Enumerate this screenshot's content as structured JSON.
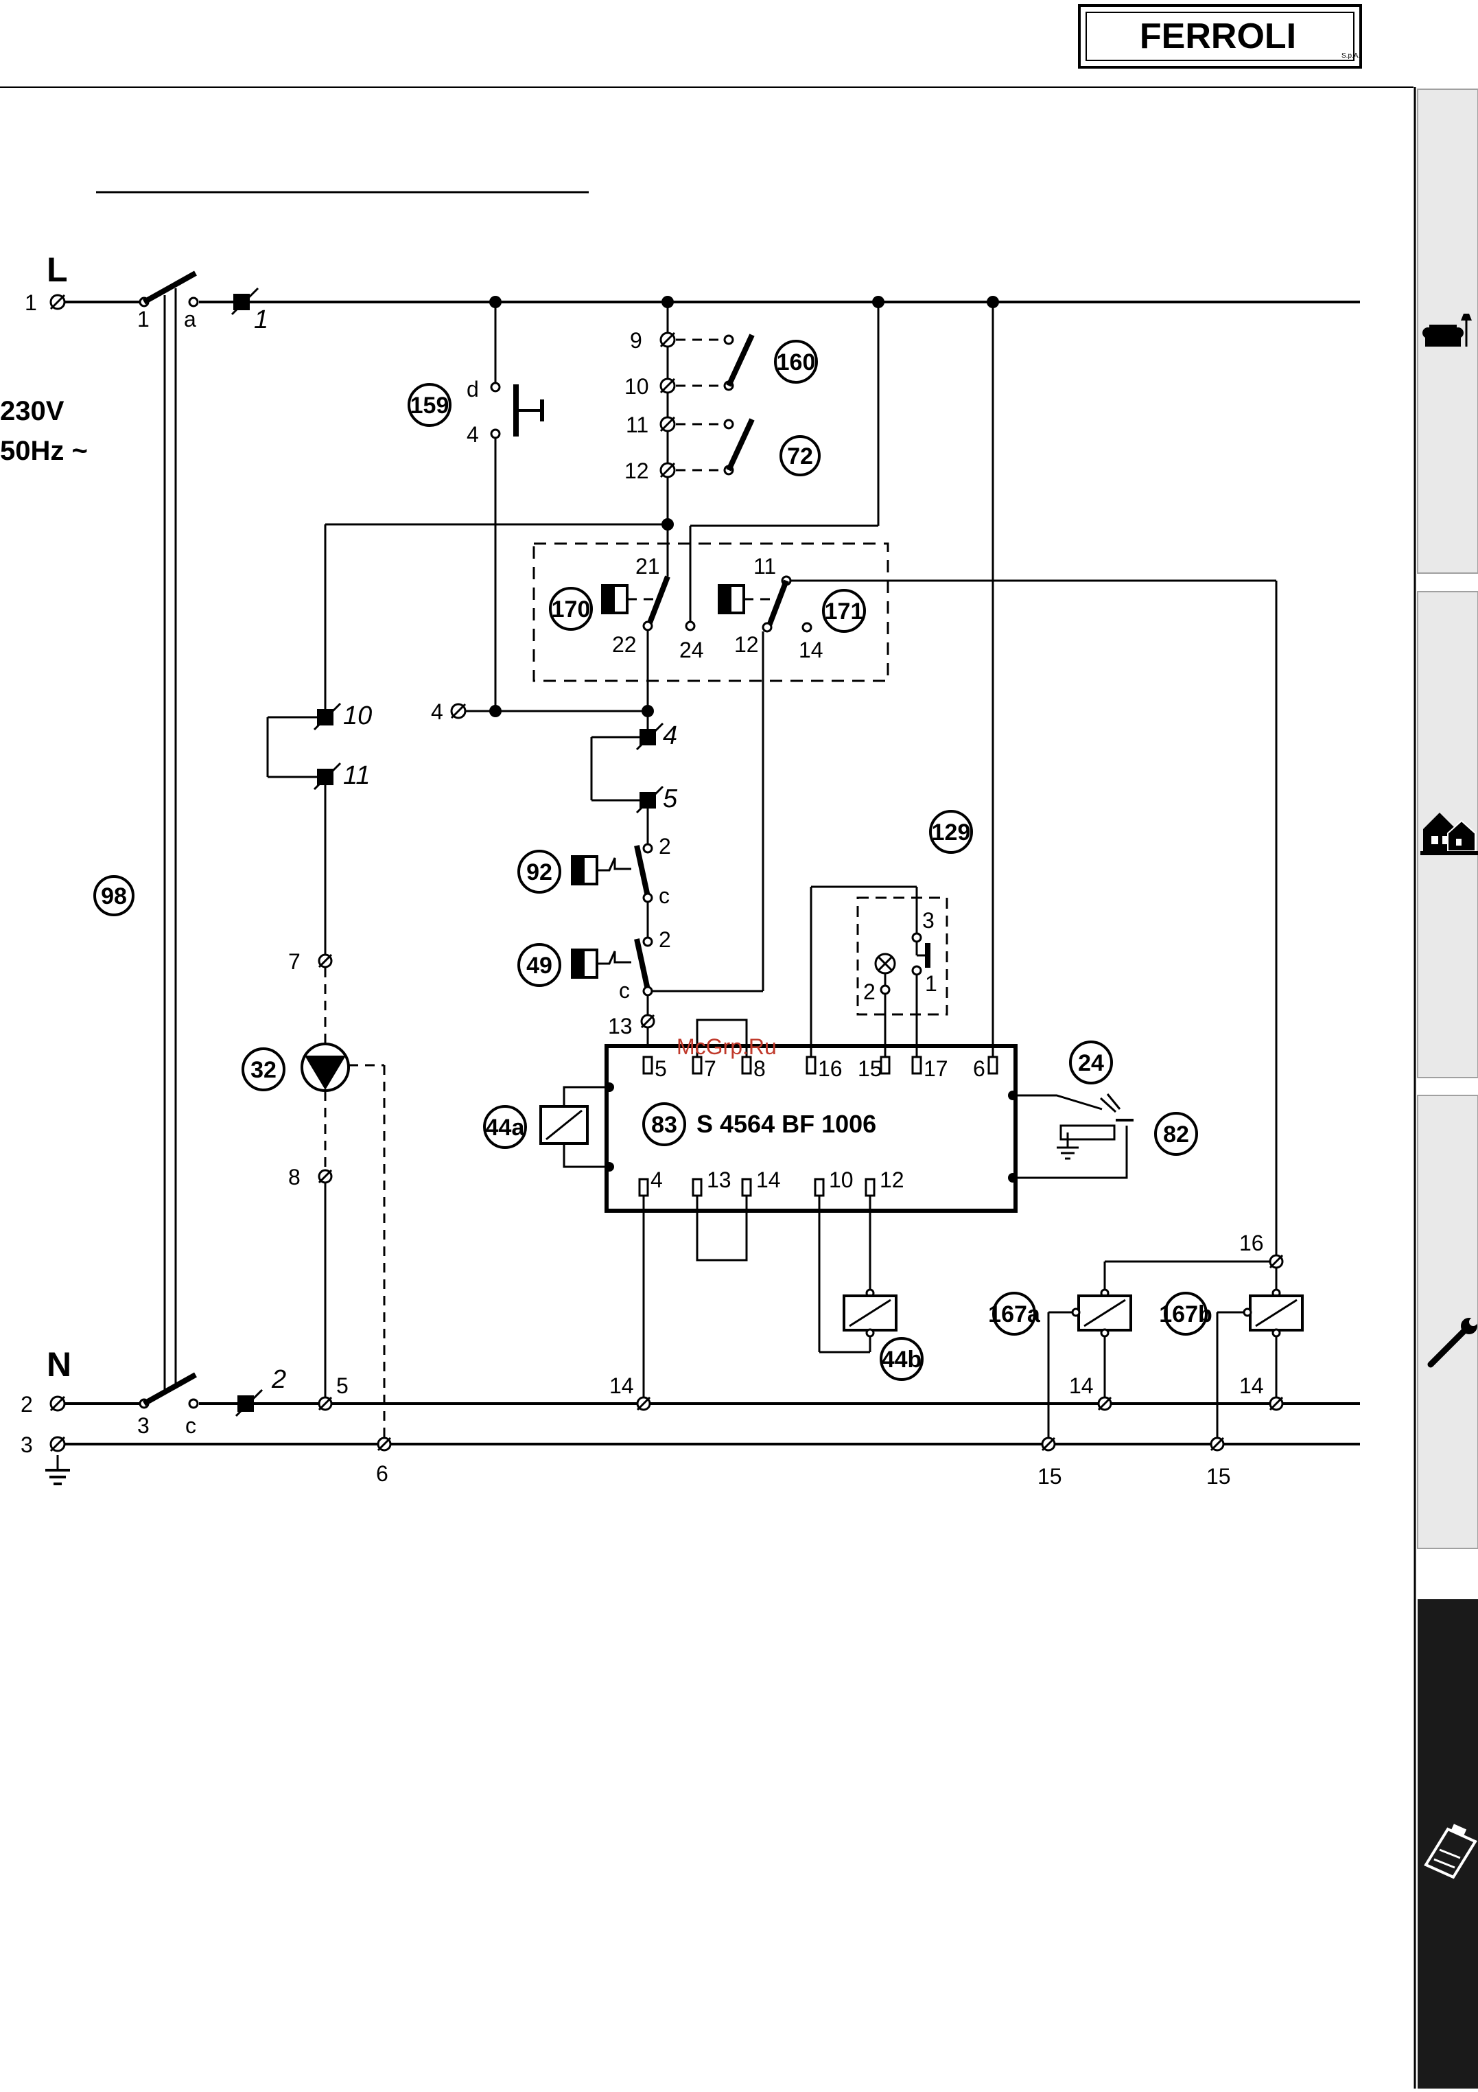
{
  "brand": {
    "logo_text": "FERROLI",
    "logo_sub": "S.p.A."
  },
  "watermark": "McGrp.Ru",
  "supply": {
    "line_label": "L",
    "neutral_label": "N",
    "voltage": "230V",
    "frequency": "50Hz ~"
  },
  "controller": {
    "ref": "83",
    "model": "S 4564 BF 1006",
    "top_pins": [
      "5",
      "7",
      "8",
      "16",
      "15",
      "17",
      "6"
    ],
    "bottom_pins": [
      "4",
      "13",
      "14",
      "10",
      "12"
    ]
  },
  "callouts": [
    "159",
    "160",
    "72",
    "170",
    "171",
    "98",
    "92",
    "49",
    "32",
    "129",
    "24",
    "82",
    "44a",
    "44b",
    "167a",
    "167b"
  ],
  "terminals": {
    "left": [
      "1",
      "2",
      "3"
    ],
    "switch_main": [
      "1",
      "a",
      "3",
      "c"
    ],
    "fuses": [
      "1",
      "2",
      "10",
      "11",
      "4",
      "5"
    ],
    "thermostat_160": [
      "9",
      "10"
    ],
    "thermostat_72": [
      "11",
      "12"
    ],
    "button_159": [
      "d",
      "4"
    ],
    "relay_170": [
      "21",
      "22",
      "24"
    ],
    "relay_171": [
      "11",
      "12",
      "14"
    ],
    "relay_92": [
      "2",
      "c"
    ],
    "relay_49": [
      "2",
      "c"
    ],
    "misc": [
      "4",
      "13",
      "7",
      "8",
      "5",
      "6",
      "14",
      "14",
      "14",
      "15",
      "15",
      "16"
    ],
    "block_129": [
      "3",
      "2",
      "1"
    ]
  },
  "side_tabs": [
    "user-tab",
    "installation-tab",
    "service-tab",
    "technical-data-tab"
  ]
}
